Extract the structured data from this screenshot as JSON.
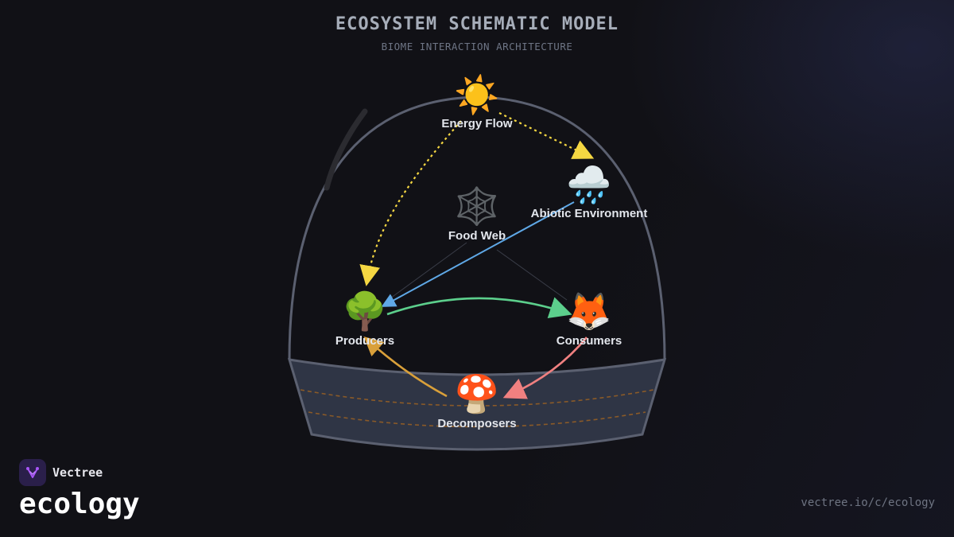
{
  "header": {
    "title": "ECOSYSTEM SCHEMATIC MODEL",
    "subtitle": "BIOME INTERACTION ARCHITECTURE"
  },
  "nodes": {
    "energy_flow": {
      "label": "Energy Flow",
      "icon": "sun-icon",
      "glyph": "☀️"
    },
    "abiotic": {
      "label": "Abiotic Environment",
      "icon": "rain-cloud-icon",
      "glyph": "🌧️"
    },
    "food_web": {
      "label": "Food Web",
      "icon": "spider-web-icon",
      "glyph": "🕸️"
    },
    "producers": {
      "label": "Producers",
      "icon": "tree-icon",
      "glyph": "🌳"
    },
    "consumers": {
      "label": "Consumers",
      "icon": "fox-icon",
      "glyph": "🦊"
    },
    "decomposers": {
      "label": "Decomposers",
      "icon": "mushroom-icon",
      "glyph": "🍄"
    }
  },
  "edges": [
    {
      "from": "Energy Flow",
      "to": "Producers",
      "style": "dotted",
      "color": "#f5d742"
    },
    {
      "from": "Energy Flow",
      "to": "Abiotic Environment",
      "style": "dotted",
      "color": "#f5d742"
    },
    {
      "from": "Abiotic Environment",
      "to": "Producers",
      "style": "solid",
      "color": "#5fa8e6"
    },
    {
      "from": "Producers",
      "to": "Consumers",
      "style": "solid",
      "color": "#5ccf8c"
    },
    {
      "from": "Consumers",
      "to": "Decomposers",
      "style": "solid",
      "color": "#f08080"
    },
    {
      "from": "Decomposers",
      "to": "Producers",
      "style": "solid",
      "color": "#d9a03a"
    },
    {
      "from": "Food Web",
      "to": "Producers",
      "style": "thin",
      "color": "#3a3d48"
    },
    {
      "from": "Food Web",
      "to": "Consumers",
      "style": "thin",
      "color": "#3a3d48"
    }
  ],
  "colors": {
    "background": "#111116",
    "dome_outline": "#5b6070",
    "soil_fill": "#2f3545",
    "soil_layer": "#8a5a28",
    "accent_logo": "#a855f7"
  },
  "brand": {
    "name": "Vectree",
    "category": "ecology",
    "url": "vectree.io/c/ecology",
    "logo_icon": "vectree-logo-icon"
  }
}
